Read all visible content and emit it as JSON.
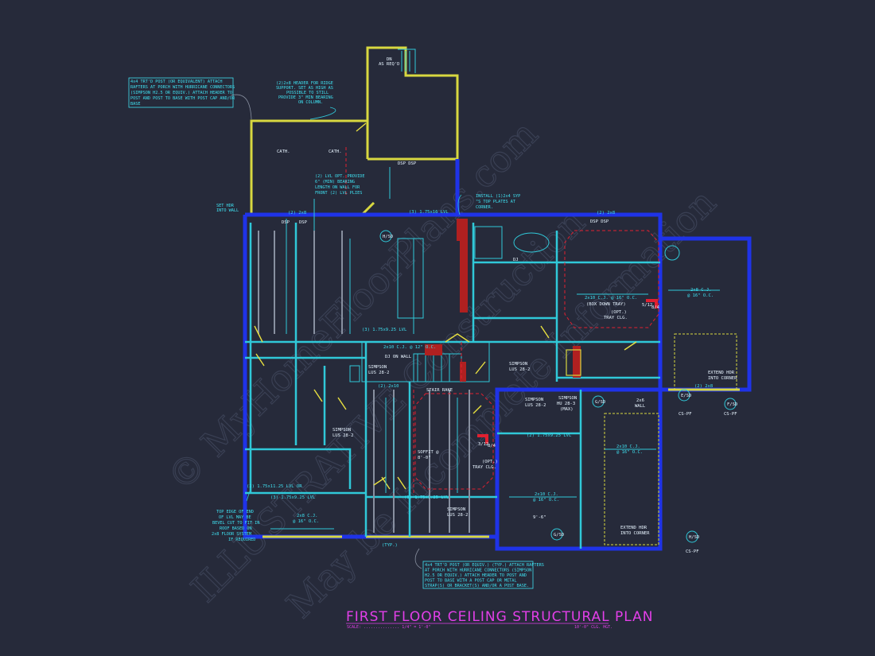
{
  "title": "FIRST FLOOR CEILING STRUCTURAL PLAN",
  "scale_label": "SCALE: ............... 1/4\" = 1'-0\"",
  "ceiling_height": "10'-0\" CLG. HGT.",
  "watermark": [
    "© MyHomeFloorPlans.com",
    "ILLUSTRATIVE Construction",
    "May be Incomplete Information"
  ],
  "notes": {
    "porch_post_top": [
      "4x4 TRT'D POST (OR EQUIVALENT) ATTACH",
      "RAFTERS AT PORCH WITH HURRICANE CONNECTORS",
      "(SIMPSON H2.5 OR EQUIV.) ATTACH HEADER TO",
      "POST AND POST TO BASE WITH POST CAP AND/OR",
      "BASE"
    ],
    "ridge_header": [
      "(2)2x8 HEADER FOR RIDGE",
      "SUPPORT. SET AS HIGH AS",
      "POSSIBLE TO STILL",
      "PROVIDE 3\" MIN BEARING",
      "ON COLUMN."
    ],
    "lvl_bearing": [
      "(2) LVL OPT. PROVIDE",
      "6\" (MIN) BEARING",
      "LENGTH ON WALL FOR",
      "FRONT (2) LVL PLIES"
    ],
    "top_plates": [
      "INSTALL (1)2x4 SYP",
      "\"S TOP PLATES AT",
      "CORNER."
    ],
    "bevel": [
      "TOP EDGE OF END",
      "OF LVL MAY BE",
      "BEVEL CUT TO FIT IN",
      "ROOF BASED ON",
      "2x8 FLOOR SYSTEM",
      "IF REQUIRED"
    ],
    "porch_post_bottom": [
      "4x4 TRT'D POST (OR EQUIV.) (TYP.) ATTACH RAFTERS",
      "AT PORCH WITH HURRICANE CONNECTORS (SIMPSON",
      "H2.5 OR EQUIV.) ATTACH HEADER TO POST AND",
      "POST TO BASE WITH A POST CAP OR METAL",
      "STRAP(S) OR BRACKET(S) AND/OR A POST BASE."
    ],
    "extend_hdr_1": [
      "EXTEND HDR",
      "INTO CORNER"
    ],
    "extend_hdr_2": [
      "EXTEND HDR",
      "INTO CORNER"
    ],
    "set_hdr": [
      "SET HDR",
      "INTO WALL"
    ]
  },
  "labels": {
    "dn": "DN",
    "as_req": "AS REQ'D",
    "cath1": "CATH.",
    "cath2": "CATH.",
    "dsp": "DSP",
    "dsp_top": "DSP DSP",
    "dsp_kitchen": "DSP",
    "dsp_right": "DSP DSP",
    "box_tray_top": "2x10 C.J. @ 16\" O.C.",
    "box_down_tray": "(BOX DOWN TRAY)",
    "opt_tray_1": "(OPT.)",
    "tray_clg_1": "TRAY CLG.",
    "opt_tray_2": "(OPT.)",
    "tray_clg_2": "TRAY CLG.",
    "pitch_1a": "5/12",
    "pitch_1b": "8/4",
    "pitch_2a": "3/12",
    "pitch_2b": "8/4",
    "stair_rake": "STAIR RAKE",
    "soffit": "SOFFIT @",
    "soffit_h": "8'-0\"",
    "cj_garage_1": "2x8 C.J.",
    "cj_garage_1b": "@ 16\" O.C.",
    "cj_garage_2": "2x10 C.J.",
    "cj_garage_2b": "@ 16\" O.C.",
    "cj_mid": "2x10 C.J.",
    "cj_mid_b": "@ 16\" O.C.",
    "cj_porch": "2x8 C.J.",
    "cj_porch_b": "@ 16\" O.C.",
    "lvl_1": "(3) 1.75x9.25 LVL",
    "lvl_2": "(3) 1.75x9.25 LVL",
    "lvl_3": "(2) 1.75x11.25 LVL OR",
    "lvl_4": "(3) 1.75x9.25 LVL",
    "lvl_5": "(2) 1.75x9.25 LVL",
    "lvl_6": "(3) 1.75x16 LVL",
    "dj_on_wall": "DJ ON WALL",
    "cj_2x10": "2x10 C.J. @ 12\" O.C.",
    "simpson_1": "SIMPSON",
    "simpson_1b": "LUS 28-2",
    "simpson_2": "SIMPSON",
    "simpson_2b": "LUS 28-2",
    "simpson_3": "SIMPSON",
    "simpson_3b": "HU 28-3",
    "simpson_3c": "(MAX)",
    "simpson_4": "SIMPSON",
    "simpson_4b": "LUS 28-2",
    "simpson_5": "SIMPSON",
    "simpson_5b": "LUS 28-2",
    "simpson_6": "SIMPSON",
    "simpson_6b": "LUS 28-2",
    "dj": "DJ",
    "hdr_2x8": "(2) 2x8",
    "hdr_2x10": "(2) 2x10",
    "cj_2x8_top": "(2) 2x8",
    "wall_2x6": "2x6",
    "wall_2x6b": "WALL",
    "dim": "9'-6\"",
    "cj_2x8_garage": "(2) 2x8",
    "typ": "(TYP.)"
  },
  "markers": [
    "H/SD",
    "G/SD",
    "E/SD",
    "F/SD",
    "G/SD",
    "H/SD"
  ],
  "marker_tags": [
    "CS-PF",
    "CS-PF",
    "CS-PF"
  ],
  "colors": {
    "background": "#262a3a",
    "exterior_wall": "#1f33e8",
    "porch_wall": "#d8d840",
    "beam": "#30c8d8",
    "title": "#e23fe8",
    "tray": "#e02030"
  }
}
